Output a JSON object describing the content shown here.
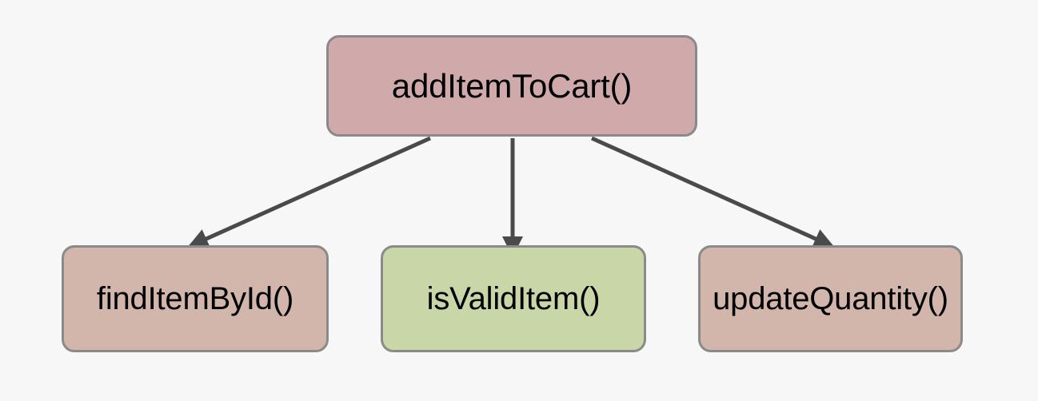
{
  "diagram": {
    "type": "call-graph",
    "background_color": "#f7f7f7",
    "edge_color": "#4a4a4a",
    "border_color": "#8a8a8a",
    "text_color": "#000000",
    "nodes": [
      {
        "id": "addItemToCart",
        "label": "addItemToCart()",
        "role": "root",
        "fill": "#d0aaaa"
      },
      {
        "id": "findItemById",
        "label": "findItemById()",
        "role": "child",
        "fill": "#d2b5ab"
      },
      {
        "id": "isValidItem",
        "label": "isValidItem()",
        "role": "child",
        "fill": "#c9d6a7"
      },
      {
        "id": "updateQuantity",
        "label": "updateQuantity()",
        "role": "child",
        "fill": "#d2b5ab"
      }
    ],
    "edges": [
      {
        "from": "addItemToCart",
        "to": "findItemById"
      },
      {
        "from": "addItemToCart",
        "to": "isValidItem"
      },
      {
        "from": "addItemToCart",
        "to": "updateQuantity"
      }
    ]
  }
}
